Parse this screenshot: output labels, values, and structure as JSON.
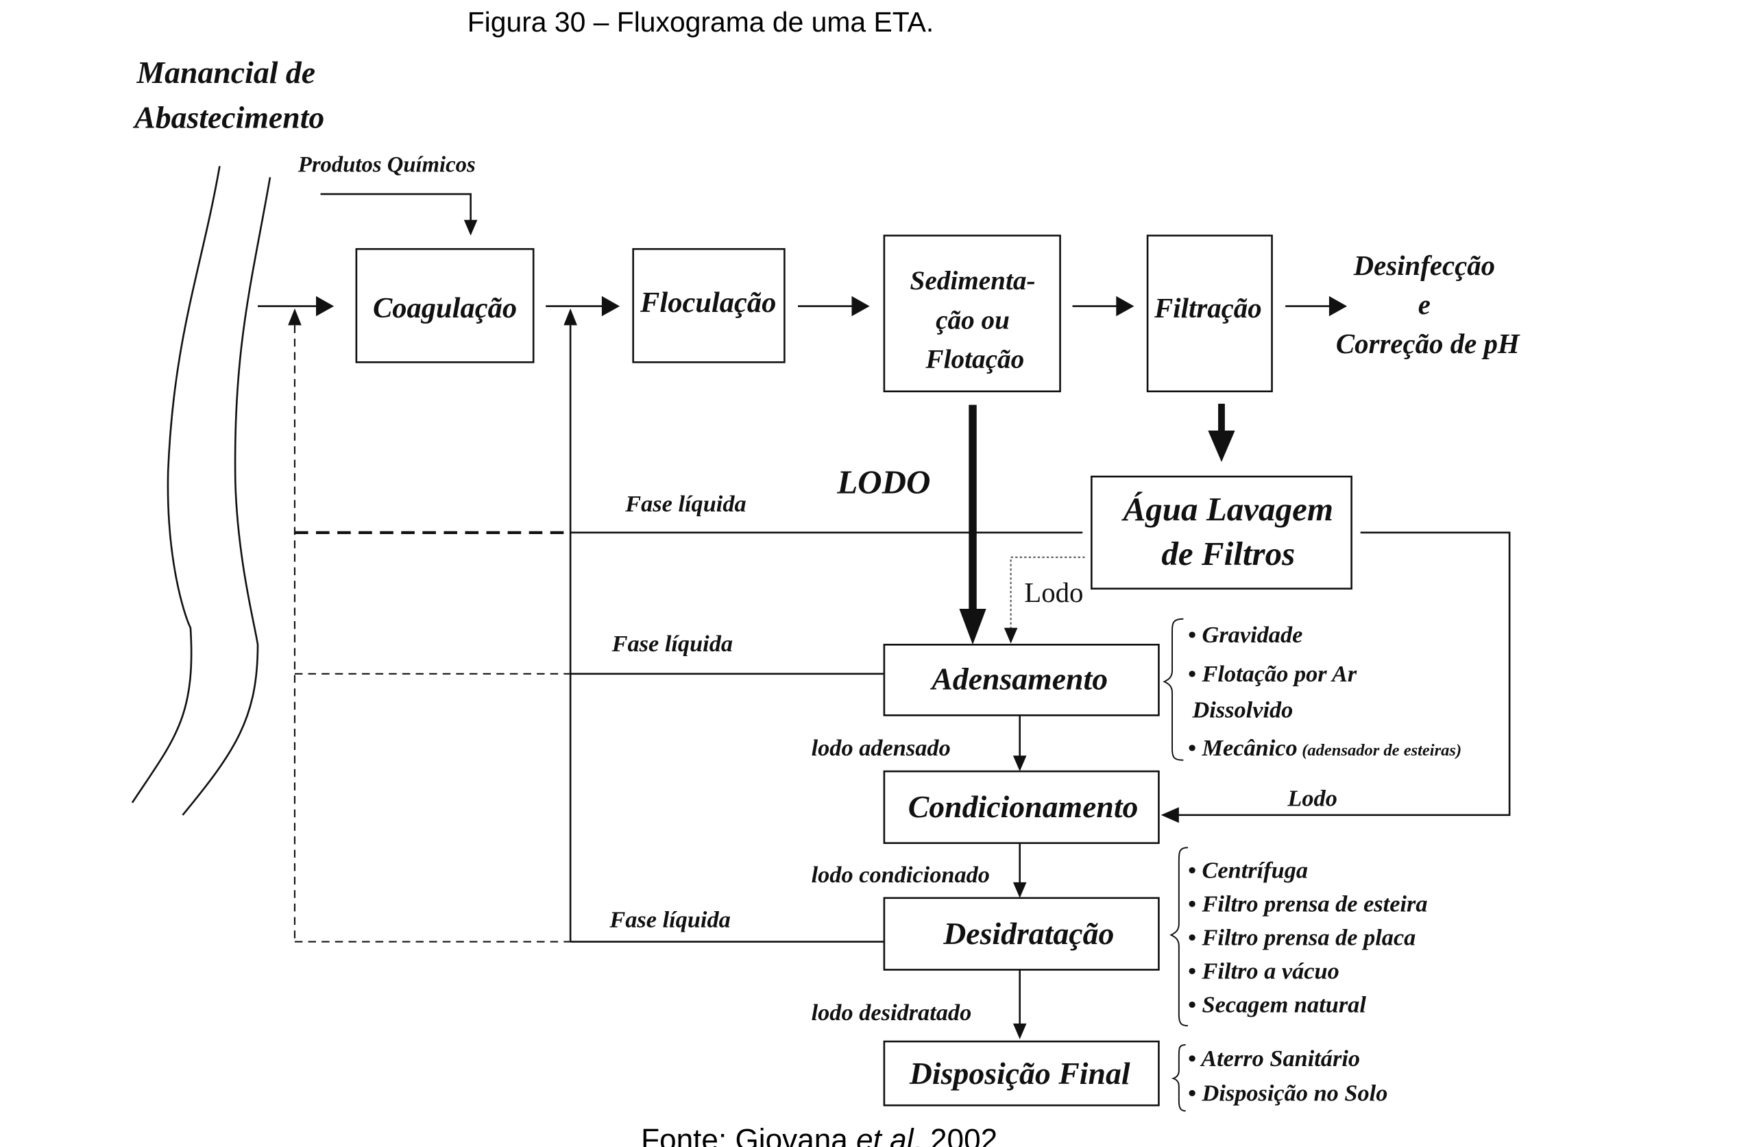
{
  "title": "Figura 30 – Fluxograma de uma ETA.",
  "source": {
    "prefix": "Fonte: Giovana ",
    "italic": "et al",
    "suffix": ", 2002"
  },
  "manancial": {
    "line1": "Manancial de",
    "line2": "Abastecimento"
  },
  "produtos_quimicos": "Produtos Químicos",
  "steps": {
    "coagulacao": "Coagulação",
    "floculacao": "Floculação",
    "sedimentacao": [
      "Sedimenta-",
      "ção ou",
      "Flotação"
    ],
    "filtracao": "Filtração",
    "desinfeccao": [
      "Desinfecção",
      "e",
      "Correção de pH"
    ],
    "agua_lavagem": [
      "Água Lavagem",
      "de Filtros"
    ],
    "adensamento": "Adensamento",
    "condicionamento": "Condicionamento",
    "desidratacao": "Desidratação",
    "disposicao_final": "Disposição Final"
  },
  "labels": {
    "lodo_big": "LODO",
    "lodo_small": "Lodo",
    "lodo_right": "Lodo",
    "fase_liquida": "Fase líquida",
    "lodo_adensado": "lodo adensado",
    "lodo_condicionado": "lodo condicionado",
    "lodo_desidratado": "lodo desidratado"
  },
  "adensamento_methods": [
    "• Gravidade",
    "• Flotação por Ar",
    "Dissolvido",
    "• Mecânico",
    "(adensador de esteiras)"
  ],
  "desidratacao_methods": [
    "• Centrífuga",
    "• Filtro prensa de esteira",
    "• Filtro prensa de placa",
    "• Filtro a vácuo",
    "• Secagem natural"
  ],
  "disposicao_methods": [
    "• Aterro Sanitário",
    "• Disposição no Solo"
  ]
}
